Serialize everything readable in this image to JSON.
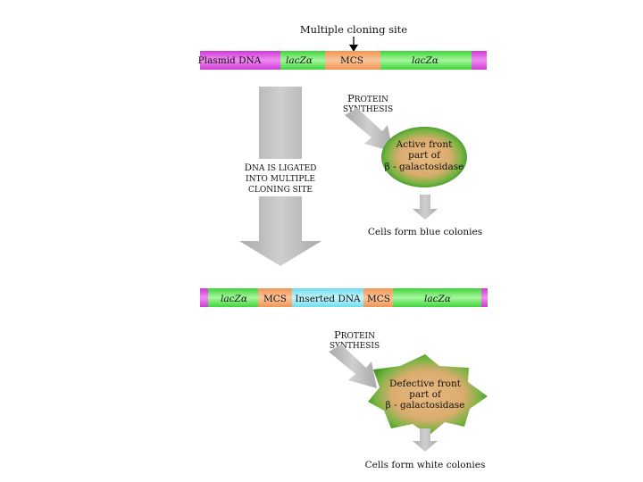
{
  "title": "Multiple cloning site",
  "bar1": {
    "segments": [
      "Plasmid DNA",
      "lacZα",
      "MCS",
      "lacZα"
    ]
  },
  "bar2": {
    "segments": [
      "lacZα",
      "MCS",
      "Inserted DNA",
      "MCS",
      "lacZα"
    ]
  },
  "protein_synthesis_1": {
    "big": "P",
    "rest": "ROTEIN",
    "line2": "SYNTHESIS"
  },
  "protein_synthesis_2": {
    "big": "P",
    "rest": "ROTEIN",
    "line2": "SYNTHESIS"
  },
  "ligation": {
    "line1_big": "D",
    "line1_rest": "NA IS LIGATED",
    "line2": "INTO MULTIPLE",
    "line3": "CLONING SITE"
  },
  "active_enzyme": {
    "line1": "Active front",
    "line2": "part of",
    "line3": "β - galactosidase"
  },
  "defective_enzyme": {
    "line1": "Defective front",
    "line2": "part of",
    "line3": "β - galactosidase"
  },
  "outcome_blue": "Cells form blue colonies",
  "outcome_white": "Cells form white colonies",
  "colors": {
    "magenta": "#e25be8",
    "green": "#5fe65a",
    "orange": "#f5a36b",
    "cyan": "#8ee6f3",
    "arrow_gray": "#bdbdbd",
    "blob_green": "#3a9e2a",
    "blob_core": "#e0b077"
  }
}
